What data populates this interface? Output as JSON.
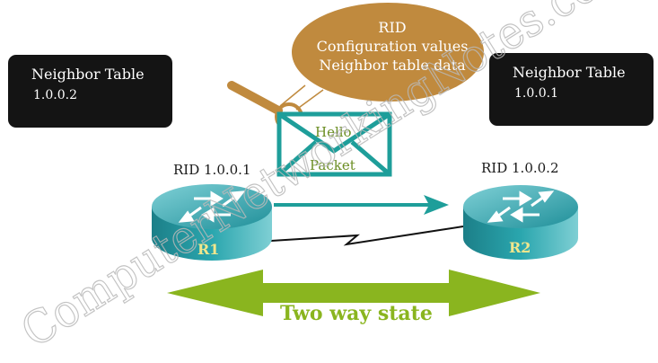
{
  "neighbor_tables": {
    "left": {
      "title": "Neighbor Table",
      "entry": "1.0.0.2"
    },
    "right": {
      "title": "Neighbor Table",
      "entry": "1.0.0.1"
    }
  },
  "hello_bubble": {
    "line1": "RID",
    "line2": "Configuration values",
    "line3": "Neighbor table data"
  },
  "envelope": {
    "line1": "Hello",
    "line2": "Packet"
  },
  "routers": {
    "r1": {
      "label": "R1",
      "rid": "RID 1.0.0.1"
    },
    "r2": {
      "label": "R2",
      "rid": "RID 1.0.0.2"
    }
  },
  "state_label": "Two way state",
  "watermark": "ComputerNetworkingNotes.com",
  "colors": {
    "router_teal": "#2a9aa3",
    "arrow_teal": "#1e9e9a",
    "bubble": "#c08a3e",
    "envelope_green": "#6b8e23",
    "state_green": "#8ab51f",
    "table_bg": "#141414"
  }
}
